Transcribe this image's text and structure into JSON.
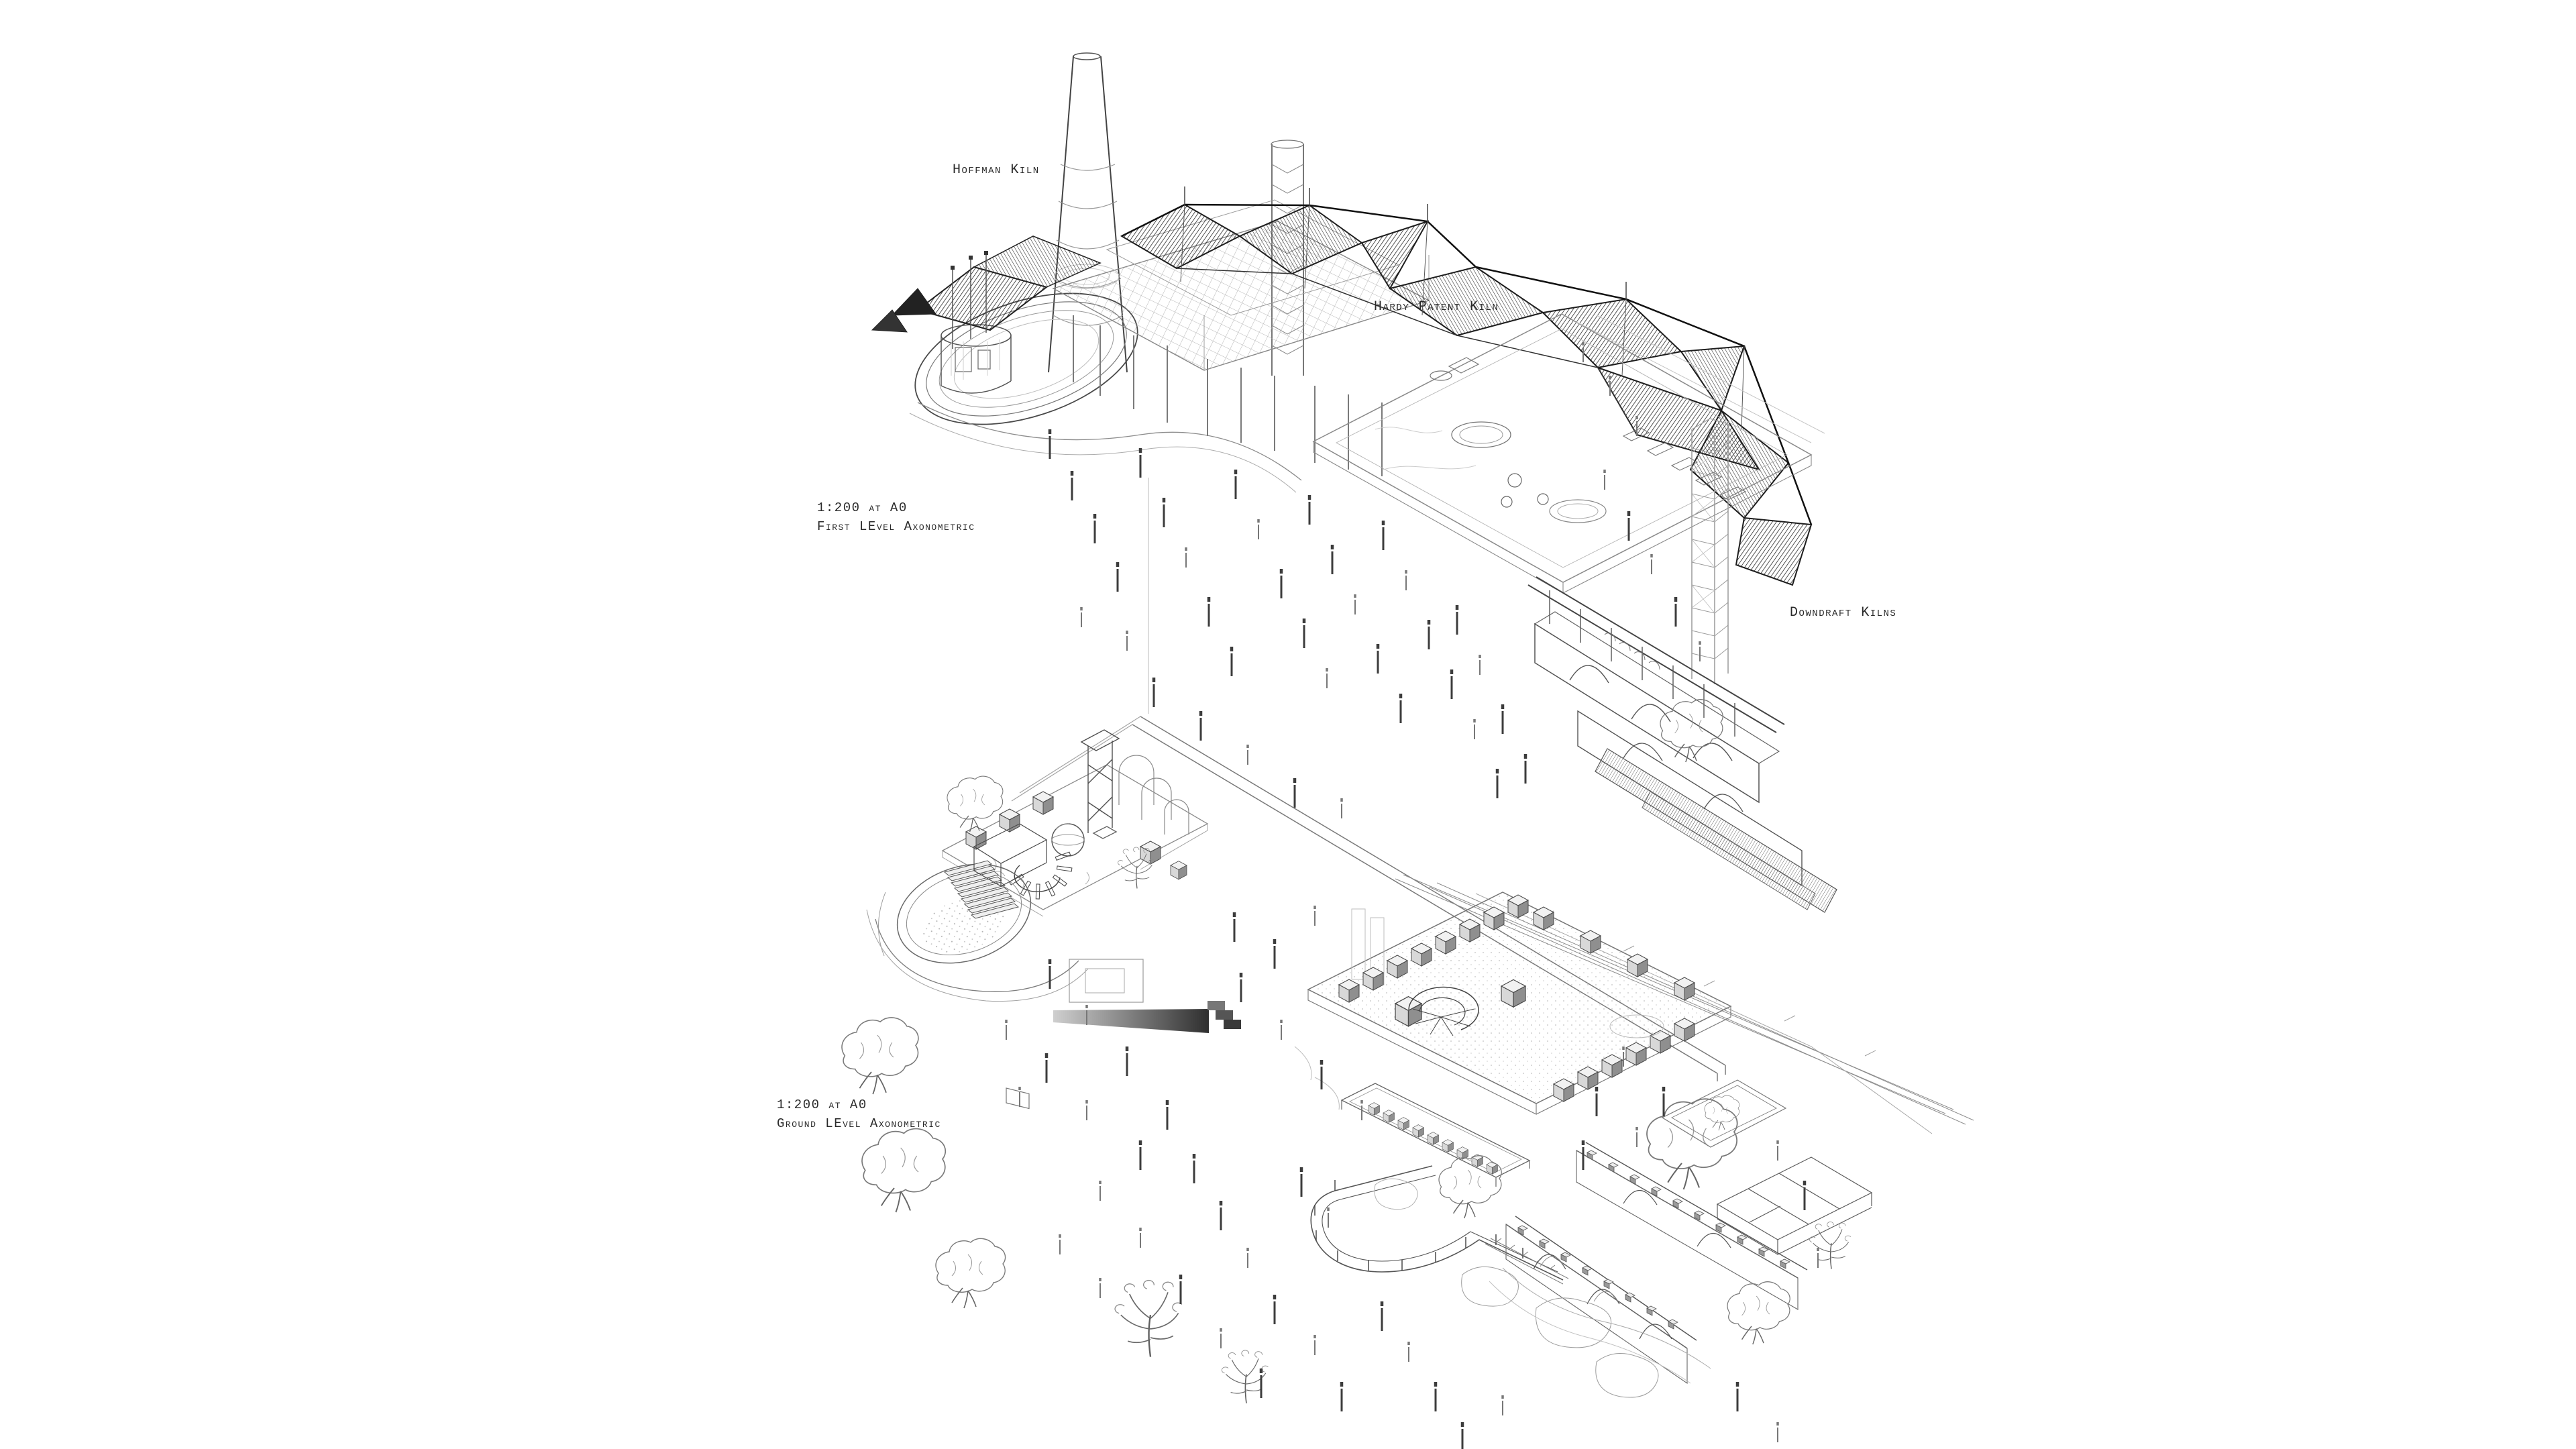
{
  "page": {
    "background_color": "#ffffff",
    "ink_color": "#2a2a2a",
    "sheet_type": "architectural axonometric drawings"
  },
  "annotations": {
    "hoffman": "Hoffman Kiln",
    "hardy": "Hardy Patent Kiln",
    "downdraft": "Downdraft Kilns"
  },
  "views": [
    {
      "id": "first-level",
      "scale_note": "1:200 at A0",
      "title": "First LEvel Axonometric"
    },
    {
      "id": "ground-level",
      "scale_note": "1:200 at A0",
      "title": "Ground LEvel Axonometric"
    }
  ]
}
